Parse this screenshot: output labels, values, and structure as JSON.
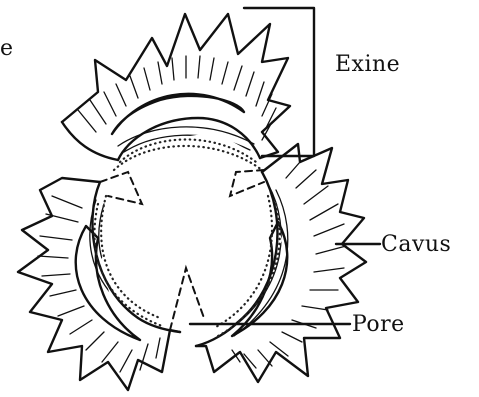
{
  "labels": {
    "exine": "Exine",
    "cavus": "Cavus",
    "pore": "Pore",
    "edge_fragment": "e"
  }
}
